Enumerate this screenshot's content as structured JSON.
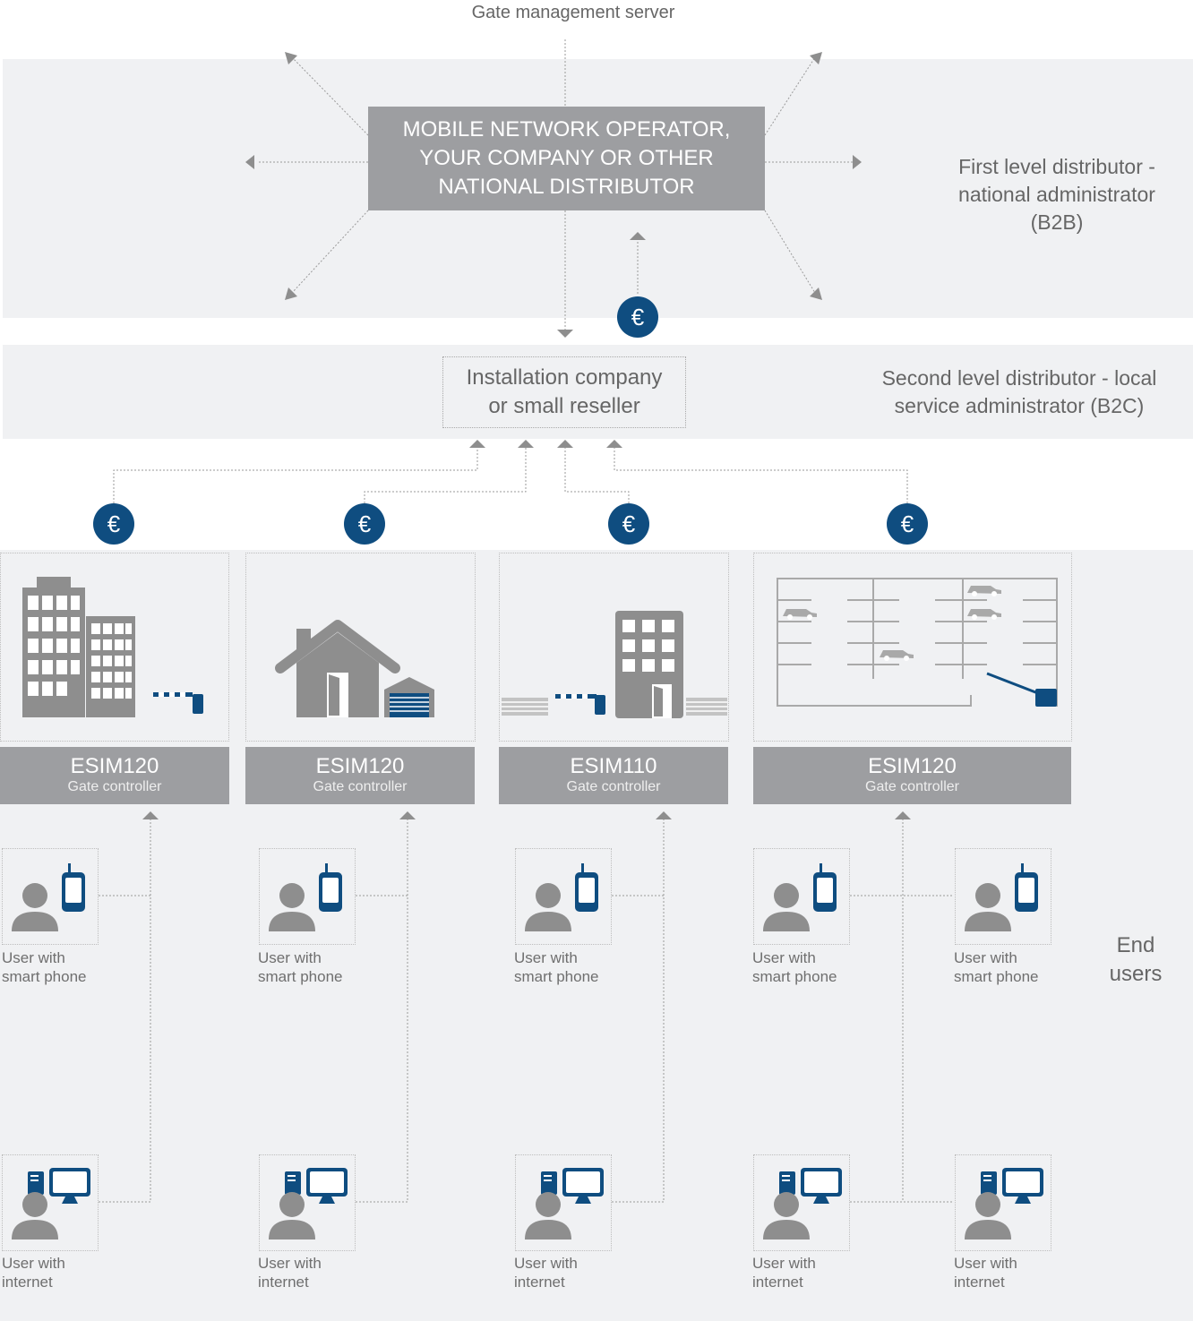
{
  "server_label": "Gate management server",
  "operator": {
    "lines": [
      "MOBILE NETWORK OPERATOR,",
      "YOUR COMPANY OR OTHER",
      "NATIONAL DISTRIBUTOR"
    ]
  },
  "first_level": {
    "lines": [
      "First level distributor -",
      "national administrator",
      "(B2B)"
    ]
  },
  "reseller": {
    "lines": [
      "Installation company",
      "or small reseller"
    ]
  },
  "second_level": {
    "lines": [
      "Second level distributor - local",
      "service administrator (B2C)"
    ]
  },
  "currency_symbol": "€",
  "sites": [
    {
      "model": "ESIM120",
      "subtitle": "Gate controller",
      "illustration": "office-buildings-with-barrier"
    },
    {
      "model": "ESIM120",
      "subtitle": "Gate controller",
      "illustration": "house-with-garage"
    },
    {
      "model": "ESIM110",
      "subtitle": "Gate controller",
      "illustration": "building-with-fence-and-barrier"
    },
    {
      "model": "ESIM120",
      "subtitle": "Gate controller",
      "illustration": "parking-lot"
    }
  ],
  "users": {
    "phone": {
      "line1": "User with",
      "line2": "smart phone",
      "icon": "user-smartphone-icon"
    },
    "internet": {
      "line1": "User with",
      "line2": "internet",
      "icon": "user-computer-icon"
    }
  },
  "end_users": {
    "lines": [
      "End",
      "users"
    ]
  },
  "colors": {
    "band": "#f0f1f3",
    "box_gray": "#9d9ea1",
    "accent_blue": "#0f4d80",
    "icon_gray": "#8e8e8e",
    "text": "#6f6f6f"
  }
}
